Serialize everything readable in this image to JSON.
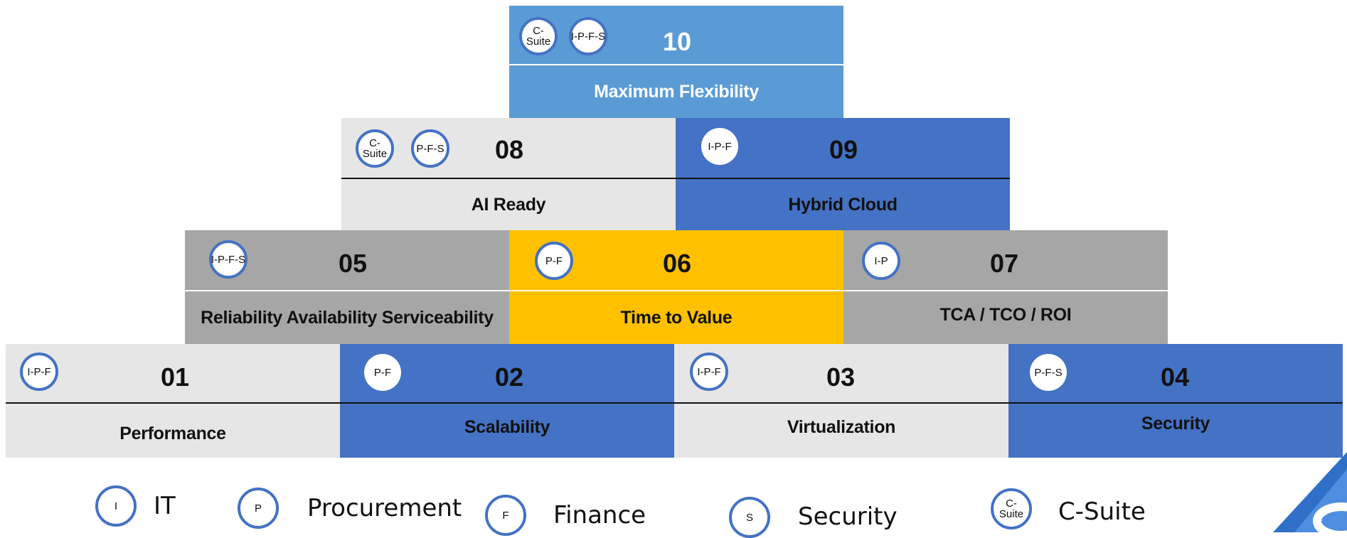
{
  "tiers": {
    "b10": {
      "number": "10",
      "title": "Maximum Flexibility",
      "badges": [
        [
          "C-",
          "Suite"
        ],
        [
          "I-P-F-S"
        ]
      ]
    },
    "b08": {
      "number": "08",
      "title": "AI Ready",
      "badges": [
        [
          "C-",
          "Suite"
        ],
        [
          "P-F-S"
        ]
      ]
    },
    "b09": {
      "number": "09",
      "title": "Hybrid Cloud",
      "badges": [
        [
          "I-P-F"
        ]
      ]
    },
    "b05": {
      "number": "05",
      "title": "Reliability Availability Serviceability",
      "badges": [
        [
          "I-P-F-S"
        ]
      ]
    },
    "b06": {
      "number": "06",
      "title": "Time to Value",
      "badges": [
        [
          "P-F"
        ]
      ]
    },
    "b07": {
      "number": "07",
      "title": "TCA / TCO / ROI",
      "badges": [
        [
          "I-P"
        ]
      ]
    },
    "b01": {
      "number": "01",
      "title": "Performance",
      "badges": [
        [
          "I-P-F"
        ]
      ]
    },
    "b02": {
      "number": "02",
      "title": "Scalability",
      "badges": [
        [
          "P-F"
        ]
      ]
    },
    "b03": {
      "number": "03",
      "title": "Virtualization",
      "badges": [
        [
          "I-P-F"
        ]
      ]
    },
    "b04": {
      "number": "04",
      "title": "Security",
      "badges": [
        [
          "P-F-S"
        ]
      ]
    }
  },
  "legend": [
    {
      "code": "I",
      "label": "IT"
    },
    {
      "code": "P",
      "label": "Procurement"
    },
    {
      "code": "F",
      "label": "Finance"
    },
    {
      "code": "S",
      "label": "Security"
    },
    {
      "code": "C-\nSuite",
      "code_line1": "C-",
      "code_line2": "Suite",
      "label": "C-Suite"
    }
  ],
  "colors": {
    "blue": "#4472c4",
    "light_blue": "#5b9bd5",
    "light_gray": "#e7e6e6",
    "gray": "#a6a6a6",
    "gold": "#ffc000"
  }
}
